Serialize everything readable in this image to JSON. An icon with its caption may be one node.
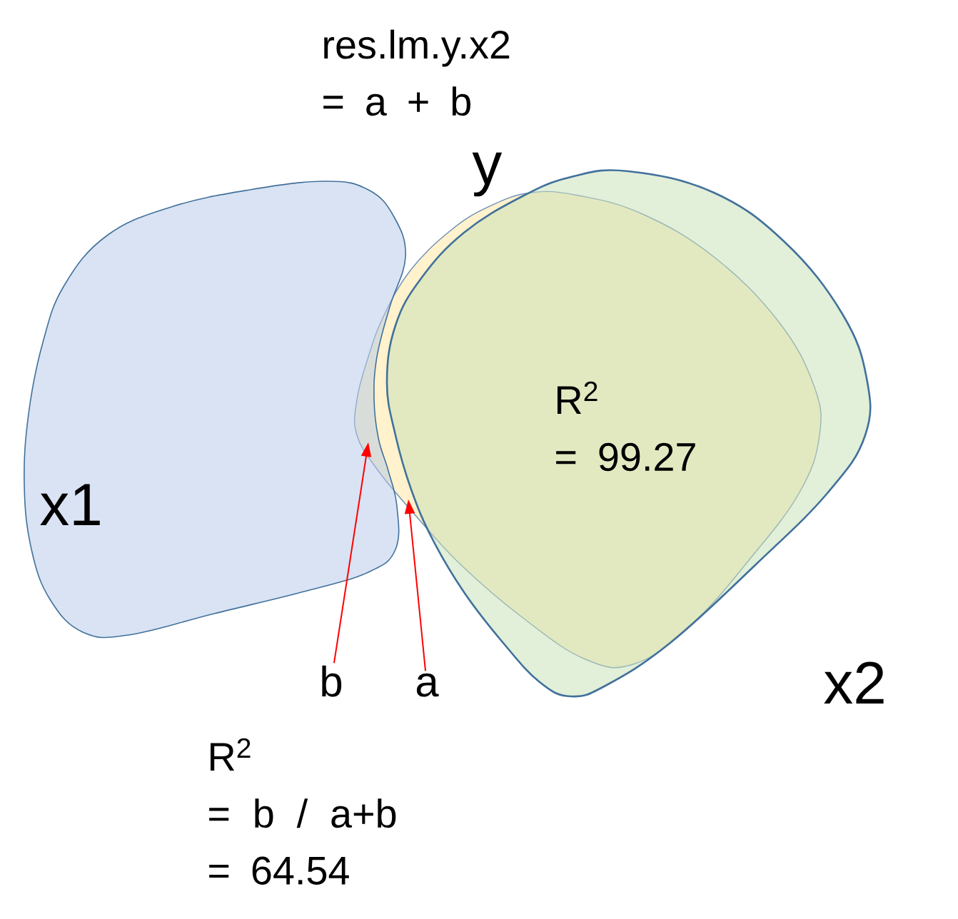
{
  "diagram": {
    "nodes": [
      {
        "text": [
          "x1"
        ]
      },
      {
        "text": [
          "y"
        ]
      },
      {
        "text": [
          "x2"
        ]
      },
      {
        "text": [
          "b"
        ]
      },
      {
        "text": [
          "a"
        ]
      }
    ],
    "edges": [
      {
        "from": 3,
        "to": 0,
        "arrow": "to"
      },
      {
        "from": 4,
        "to": 1,
        "arrow": "to"
      }
    ],
    "labels": [
      "res.lm.y.x2 = a + b",
      "R$^{2}$ = 99.27",
      "R$^{2}$ = b / a+b = 64.54"
    ]
  }
}
